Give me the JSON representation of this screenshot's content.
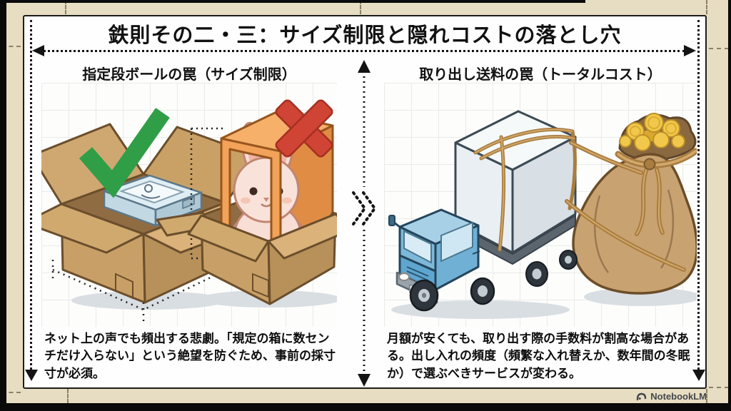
{
  "title": "鉄則その二・三：サイズ制限と隠れコストの落とし穴",
  "panels": {
    "left": {
      "header": "指定段ボールの罠（サイズ制限）",
      "caption": "ネット上の声でも頻出する悲劇。「規定の箱に数センチだけ入らない」という絶望を防ぐため、事前の採寸寸が必須。",
      "illustration": [
        "open-cardboard-box-with-wrapped-item",
        "green-checkmark",
        "plush-rabbit-in-too-small-orange-box",
        "red-cross",
        "dashed-measurement-lines"
      ]
    },
    "right": {
      "header": "取り出し送料の罠（トータルコスト）",
      "caption": "月額が安くても、取り出す際の手数料が割高な場合がある。出し入れの頻度（頻繁な入れ替えか、数年間の冬眠か）で選ぶべきサービスが変わる。",
      "illustration": [
        "blue-box-truck-with-white-cargo",
        "rope",
        "money-bag-full-of-gold-coins"
      ]
    }
  },
  "watermark": {
    "label": "NotebookLM"
  },
  "colors": {
    "background_beige": "#e7ddc2",
    "card_white": "#fefefe",
    "check_green": "#2f9e47",
    "cross_red": "#cf4434",
    "cardboard_tan": "#c89f66",
    "orange_box": "#f2a259",
    "truck_blue": "#6fb0d4",
    "rope_brown": "#a97c3f",
    "coin_gold": "#f1c84b",
    "bag_tan": "#c9a271"
  }
}
